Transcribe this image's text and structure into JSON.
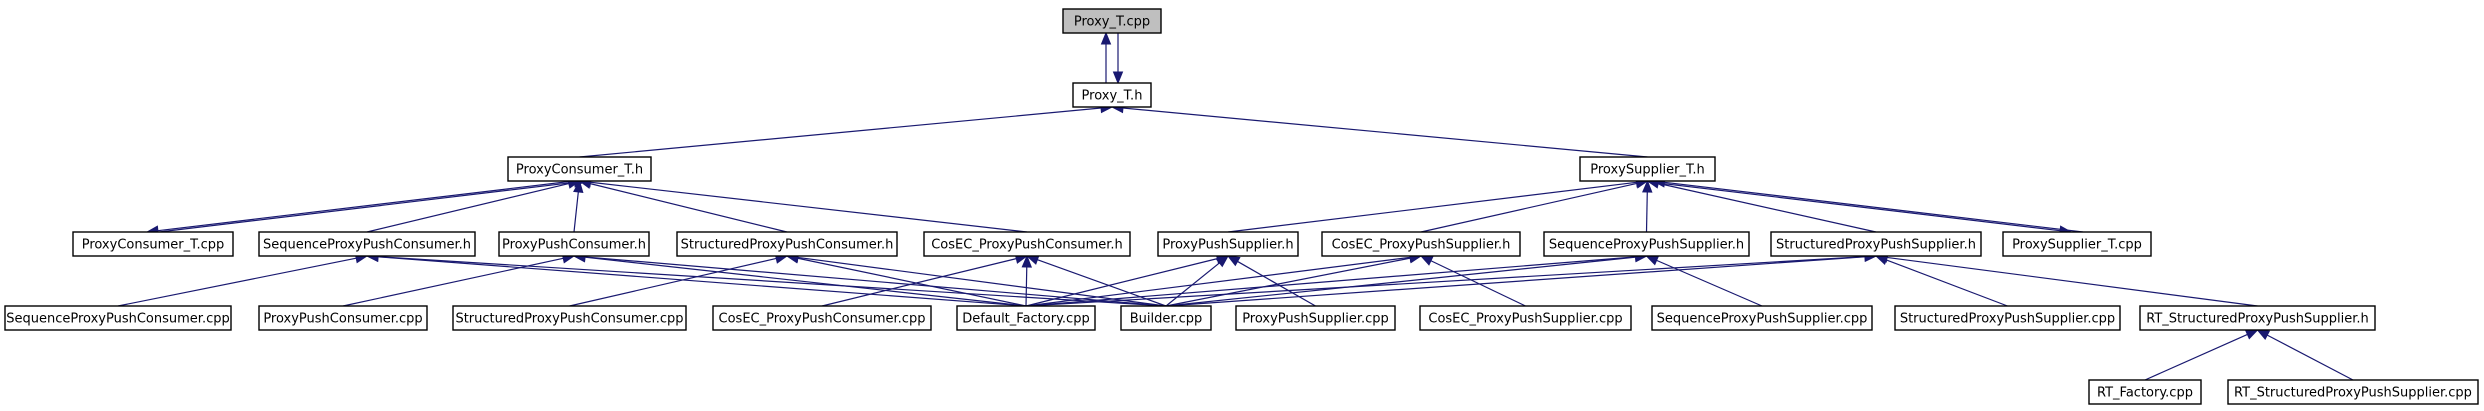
{
  "diagram": {
    "nodes": [
      {
        "id": "proxy_t_cpp",
        "label": "Proxy_T.cpp",
        "root": true
      },
      {
        "id": "proxy_t_h",
        "label": "Proxy_T.h"
      },
      {
        "id": "proxyconsumer_t_h",
        "label": "ProxyConsumer_T.h"
      },
      {
        "id": "proxysupplier_t_h",
        "label": "ProxySupplier_T.h"
      },
      {
        "id": "proxyconsumer_t_cpp",
        "label": "ProxyConsumer_T.cpp"
      },
      {
        "id": "sequenceproxypushconsumer_h",
        "label": "SequenceProxyPushConsumer.h"
      },
      {
        "id": "proxypushconsumer_h",
        "label": "ProxyPushConsumer.h"
      },
      {
        "id": "structuredproxypushconsumer_h",
        "label": "StructuredProxyPushConsumer.h"
      },
      {
        "id": "cosec_proxypushconsumer_h",
        "label": "CosEC_ProxyPushConsumer.h"
      },
      {
        "id": "proxypushsupplier_h",
        "label": "ProxyPushSupplier.h"
      },
      {
        "id": "cosec_proxypushsupplier_h",
        "label": "CosEC_ProxyPushSupplier.h"
      },
      {
        "id": "sequenceproxypushsupplier_h",
        "label": "SequenceProxyPushSupplier.h"
      },
      {
        "id": "structuredproxypushsupplier_h",
        "label": "StructuredProxyPushSupplier.h"
      },
      {
        "id": "proxysupplier_t_cpp",
        "label": "ProxySupplier_T.cpp"
      },
      {
        "id": "sequenceproxypushconsumer_cpp",
        "label": "SequenceProxyPushConsumer.cpp"
      },
      {
        "id": "proxypushconsumer_cpp",
        "label": "ProxyPushConsumer.cpp"
      },
      {
        "id": "structuredproxypushconsumer_cpp",
        "label": "StructuredProxyPushConsumer.cpp"
      },
      {
        "id": "cosec_proxypushconsumer_cpp",
        "label": "CosEC_ProxyPushConsumer.cpp"
      },
      {
        "id": "default_factory_cpp",
        "label": "Default_Factory.cpp"
      },
      {
        "id": "builder_cpp",
        "label": "Builder.cpp"
      },
      {
        "id": "proxypushsupplier_cpp",
        "label": "ProxyPushSupplier.cpp"
      },
      {
        "id": "cosec_proxypushsupplier_cpp",
        "label": "CosEC_ProxyPushSupplier.cpp"
      },
      {
        "id": "sequenceproxypushsupplier_cpp",
        "label": "SequenceProxyPushSupplier.cpp"
      },
      {
        "id": "structuredproxypushsupplier_cpp",
        "label": "StructuredProxyPushSupplier.cpp"
      },
      {
        "id": "rt_structuredproxypushsupplier_h",
        "label": "RT_StructuredProxyPushSupplier.h"
      },
      {
        "id": "rt_factory_cpp",
        "label": "RT_Factory.cpp"
      },
      {
        "id": "rt_structuredproxypushsupplier_cpp",
        "label": "RT_StructuredProxyPushSupplier.cpp"
      }
    ],
    "edges": [
      {
        "from": "proxy_t_cpp",
        "to": "proxy_t_h"
      },
      {
        "from": "proxy_t_h",
        "to": "proxy_t_cpp"
      },
      {
        "from": "proxy_t_h",
        "to": "proxyconsumer_t_h"
      },
      {
        "from": "proxy_t_h",
        "to": "proxysupplier_t_h"
      },
      {
        "from": "proxyconsumer_t_h",
        "to": "proxyconsumer_t_cpp"
      },
      {
        "from": "proxyconsumer_t_cpp",
        "to": "proxyconsumer_t_h"
      },
      {
        "from": "proxyconsumer_t_h",
        "to": "sequenceproxypushconsumer_h"
      },
      {
        "from": "proxyconsumer_t_h",
        "to": "proxypushconsumer_h"
      },
      {
        "from": "proxyconsumer_t_h",
        "to": "structuredproxypushconsumer_h"
      },
      {
        "from": "proxyconsumer_t_h",
        "to": "cosec_proxypushconsumer_h"
      },
      {
        "from": "proxysupplier_t_h",
        "to": "proxypushsupplier_h"
      },
      {
        "from": "proxysupplier_t_h",
        "to": "cosec_proxypushsupplier_h"
      },
      {
        "from": "proxysupplier_t_h",
        "to": "sequenceproxypushsupplier_h"
      },
      {
        "from": "proxysupplier_t_h",
        "to": "structuredproxypushsupplier_h"
      },
      {
        "from": "proxysupplier_t_h",
        "to": "proxysupplier_t_cpp"
      },
      {
        "from": "proxysupplier_t_cpp",
        "to": "proxysupplier_t_h"
      },
      {
        "from": "sequenceproxypushconsumer_h",
        "to": "sequenceproxypushconsumer_cpp"
      },
      {
        "from": "sequenceproxypushconsumer_h",
        "to": "default_factory_cpp"
      },
      {
        "from": "sequenceproxypushconsumer_h",
        "to": "builder_cpp"
      },
      {
        "from": "proxypushconsumer_h",
        "to": "proxypushconsumer_cpp"
      },
      {
        "from": "proxypushconsumer_h",
        "to": "default_factory_cpp"
      },
      {
        "from": "proxypushconsumer_h",
        "to": "builder_cpp"
      },
      {
        "from": "structuredproxypushconsumer_h",
        "to": "structuredproxypushconsumer_cpp"
      },
      {
        "from": "structuredproxypushconsumer_h",
        "to": "default_factory_cpp"
      },
      {
        "from": "structuredproxypushconsumer_h",
        "to": "builder_cpp"
      },
      {
        "from": "cosec_proxypushconsumer_h",
        "to": "cosec_proxypushconsumer_cpp"
      },
      {
        "from": "cosec_proxypushconsumer_h",
        "to": "default_factory_cpp"
      },
      {
        "from": "cosec_proxypushconsumer_h",
        "to": "builder_cpp"
      },
      {
        "from": "proxypushsupplier_h",
        "to": "default_factory_cpp"
      },
      {
        "from": "proxypushsupplier_h",
        "to": "builder_cpp"
      },
      {
        "from": "proxypushsupplier_h",
        "to": "proxypushsupplier_cpp"
      },
      {
        "from": "cosec_proxypushsupplier_h",
        "to": "default_factory_cpp"
      },
      {
        "from": "cosec_proxypushsupplier_h",
        "to": "builder_cpp"
      },
      {
        "from": "cosec_proxypushsupplier_h",
        "to": "cosec_proxypushsupplier_cpp"
      },
      {
        "from": "sequenceproxypushsupplier_h",
        "to": "default_factory_cpp"
      },
      {
        "from": "sequenceproxypushsupplier_h",
        "to": "builder_cpp"
      },
      {
        "from": "sequenceproxypushsupplier_h",
        "to": "sequenceproxypushsupplier_cpp"
      },
      {
        "from": "structuredproxypushsupplier_h",
        "to": "default_factory_cpp"
      },
      {
        "from": "structuredproxypushsupplier_h",
        "to": "builder_cpp"
      },
      {
        "from": "structuredproxypushsupplier_h",
        "to": "structuredproxypushsupplier_cpp"
      },
      {
        "from": "structuredproxypushsupplier_h",
        "to": "rt_structuredproxypushsupplier_h"
      },
      {
        "from": "rt_structuredproxypushsupplier_h",
        "to": "rt_factory_cpp"
      },
      {
        "from": "rt_structuredproxypushsupplier_h",
        "to": "rt_structuredproxypushsupplier_cpp"
      }
    ],
    "colors": {
      "edge": "#191970",
      "root_fill": "#bfbfbf",
      "node_fill": "#ffffff",
      "node_border": "#000000"
    }
  }
}
